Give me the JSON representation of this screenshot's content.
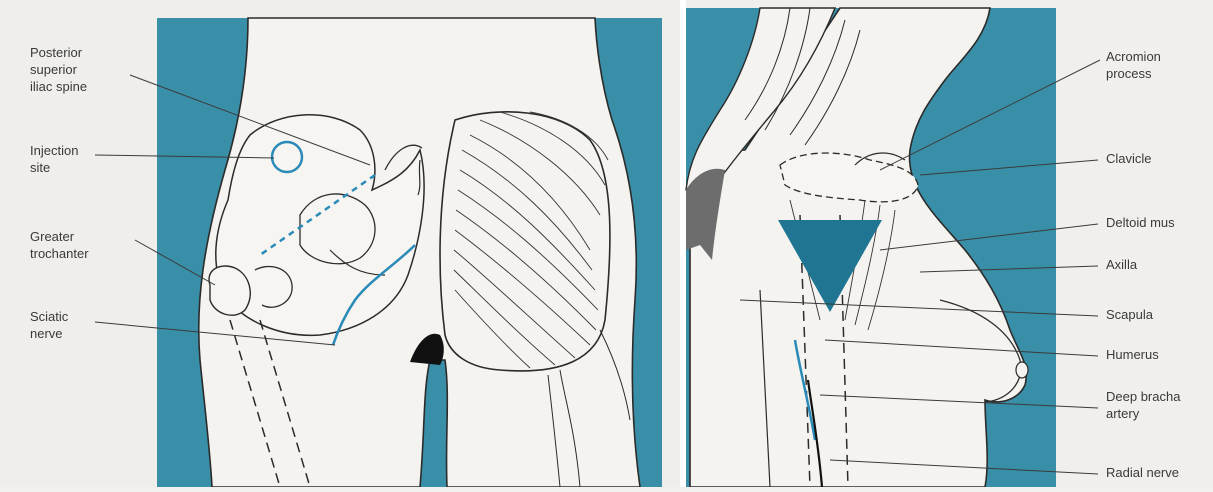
{
  "colors": {
    "background": "#f2f1ee",
    "panel_blue": "#3a8fa8",
    "injection_marker": "#2a8ab8",
    "triangle": "#1f7592",
    "line_art": "#2b2b2b"
  },
  "hip_panel": {
    "labels": {
      "posterior_superior_iliac_spine": "Posterior\nsuperior\niliac spine",
      "injection_site": "Injection\nsite",
      "greater_trochanter": "Greater\ntrochanter",
      "sciatic_nerve": "Sciatic\nnerve"
    }
  },
  "arm_panel": {
    "labels": {
      "acromion_process": "Acromion\nprocess",
      "clavicle": "Clavicle",
      "deltoid_muscle": "Deltoid mus",
      "axilla": "Axilla",
      "scapula": "Scapula",
      "humerus": "Humerus",
      "deep_brachial_artery": "Deep bracha\nartery",
      "radial_nerve": "Radial nerve"
    }
  },
  "icons": {
    "injection_site_marker": "circle-outline",
    "deltoid_injection_zone": "inverted-triangle"
  }
}
